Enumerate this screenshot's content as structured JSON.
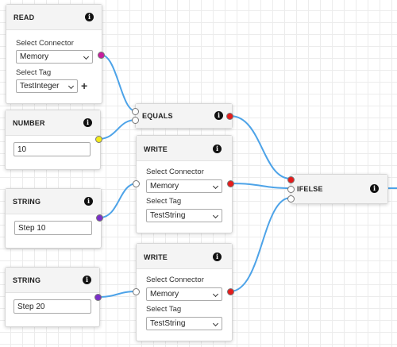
{
  "nodes": {
    "read": {
      "title": "READ",
      "connector_label": "Select Connector",
      "connector_value": "Memory",
      "tag_label": "Select Tag",
      "tag_value": "TestInteger",
      "add_label": "+"
    },
    "number": {
      "title": "NUMBER",
      "value": "10"
    },
    "string1": {
      "title": "STRING",
      "value": "Step 10"
    },
    "string2": {
      "title": "STRING",
      "value": "Step 20"
    },
    "equals": {
      "title": "EQUALS"
    },
    "write1": {
      "title": "WRITE",
      "connector_label": "Select Connector",
      "connector_value": "Memory",
      "tag_label": "Select Tag",
      "tag_value": "TestString"
    },
    "write2": {
      "title": "WRITE",
      "connector_label": "Select Connector",
      "connector_value": "Memory",
      "tag_label": "Select Tag",
      "tag_value": "TestString"
    },
    "ifelse": {
      "title": "IFELSE"
    }
  },
  "icons": {
    "info": "i"
  },
  "colors": {
    "wire": "#4da3e8",
    "port_read": "#c81e9e",
    "port_number": "#f2ea1a",
    "port_string": "#7b2fc9",
    "port_bool": "#e51c1c"
  }
}
